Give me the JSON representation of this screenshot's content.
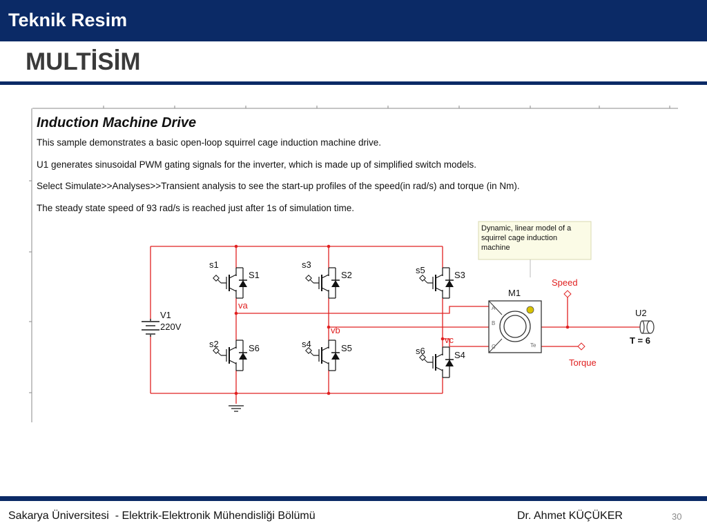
{
  "header": {
    "title": "Teknik Resim"
  },
  "slide": {
    "title": "MULTİSİM"
  },
  "schematic": {
    "heading": "Induction Machine Drive",
    "lines": [
      "This sample demonstrates a basic open-loop squirrel cage induction machine drive.",
      "U1 generates sinusoidal PWM gating signals for the inverter, which is made up of simplified switch models.",
      "Select Simulate>>Analyses>>Transient analysis to see the start-up profiles of the speed(in rad/s) and torque (in Nm).",
      "The steady state speed of 93 rad/s is reached just after 1s of simulation time."
    ],
    "tooltip": [
      "Dynamic, linear model of a",
      "squirrel cage induction",
      "machine"
    ],
    "source": {
      "name": "V1",
      "value": "220V"
    },
    "switches": [
      {
        "gate": "s1",
        "name": "S1"
      },
      {
        "gate": "s3",
        "name": "S2"
      },
      {
        "gate": "s5",
        "name": "S3"
      },
      {
        "gate": "s2",
        "name": "S6"
      },
      {
        "gate": "s4",
        "name": "S5"
      },
      {
        "gate": "s6",
        "name": "S4"
      }
    ],
    "nodes": {
      "va": "va",
      "vb": "vb",
      "vc": "vc"
    },
    "motor": {
      "name": "M1",
      "pin_a": "A",
      "pin_b": "B",
      "pin_c": "C",
      "pin_te": "Te"
    },
    "probes": {
      "speed": "Speed",
      "torque": "Torque"
    },
    "load": {
      "name": "U2",
      "value": "T = 6"
    },
    "colors": {
      "wire": "#e02020",
      "frame": "#0b2a66"
    }
  },
  "footer": {
    "institution": "Sakarya Üniversitesi  - Elektrik-Elektronik Mühendisliği Bölümü",
    "author": "Dr. Ahmet KÜÇÜKER",
    "page": "30"
  }
}
